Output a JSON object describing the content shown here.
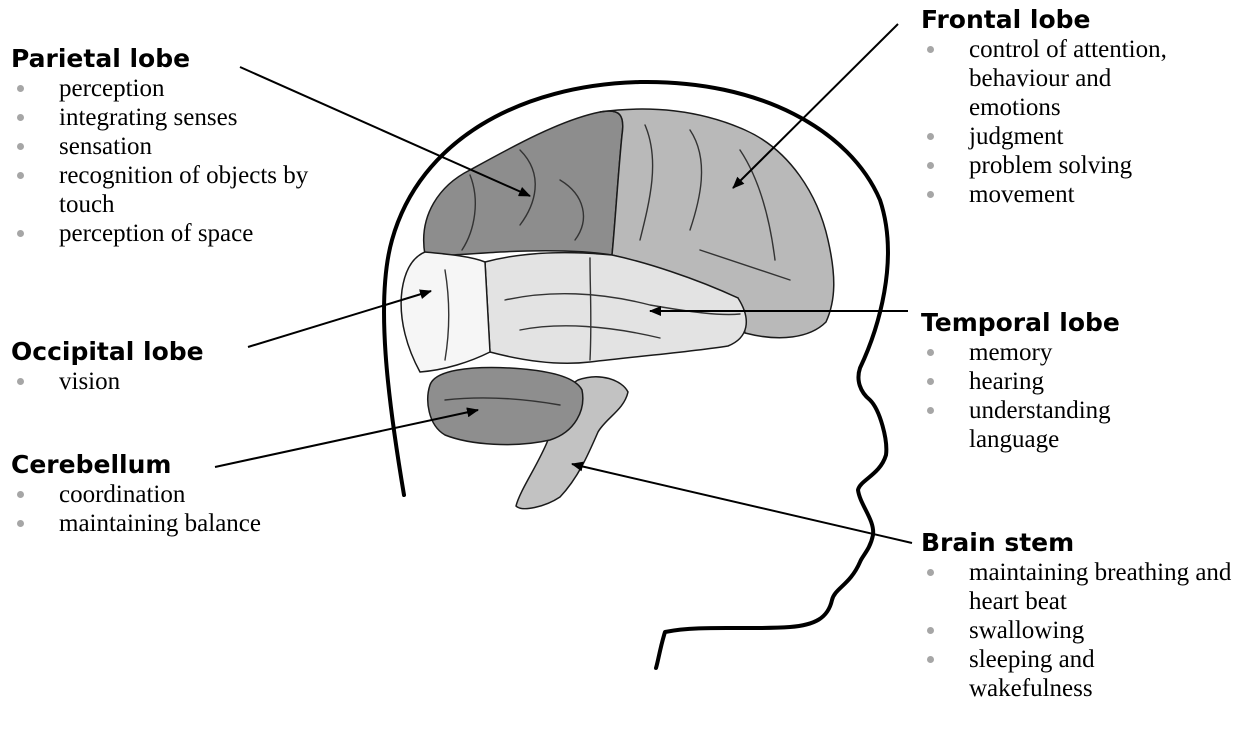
{
  "labels": {
    "parietal": {
      "title": "Parietal lobe",
      "items": [
        "perception",
        "integrating senses",
        "sensation",
        "recognition of objects by touch",
        "perception of space"
      ]
    },
    "occipital": {
      "title": "Occipital lobe",
      "items": [
        "vision"
      ]
    },
    "cerebellum": {
      "title": "Cerebellum",
      "items": [
        "coordination",
        "maintaining balance"
      ]
    },
    "frontal": {
      "title": "Frontal lobe",
      "items": [
        "control of attention, behaviour and emotions",
        "judgment",
        "problem solving",
        "movement"
      ]
    },
    "temporal": {
      "title": "Temporal lobe",
      "items": [
        "memory",
        "hearing",
        "understanding language"
      ]
    },
    "brainstem": {
      "title": "Brain stem",
      "items": [
        "maintaining breathing and heart beat",
        "swallowing",
        "sleeping and wakefulness"
      ]
    }
  },
  "colors": {
    "frontal": "#b9b9b9",
    "parietal": "#8d8d8d",
    "temporal": "#e3e3e3",
    "occipital": "#f6f6f6",
    "cerebellum": "#8e8e8e",
    "brainstem": "#c2c2c2",
    "outline": "#1a1a1a",
    "bullet": "#a6a6a6"
  }
}
